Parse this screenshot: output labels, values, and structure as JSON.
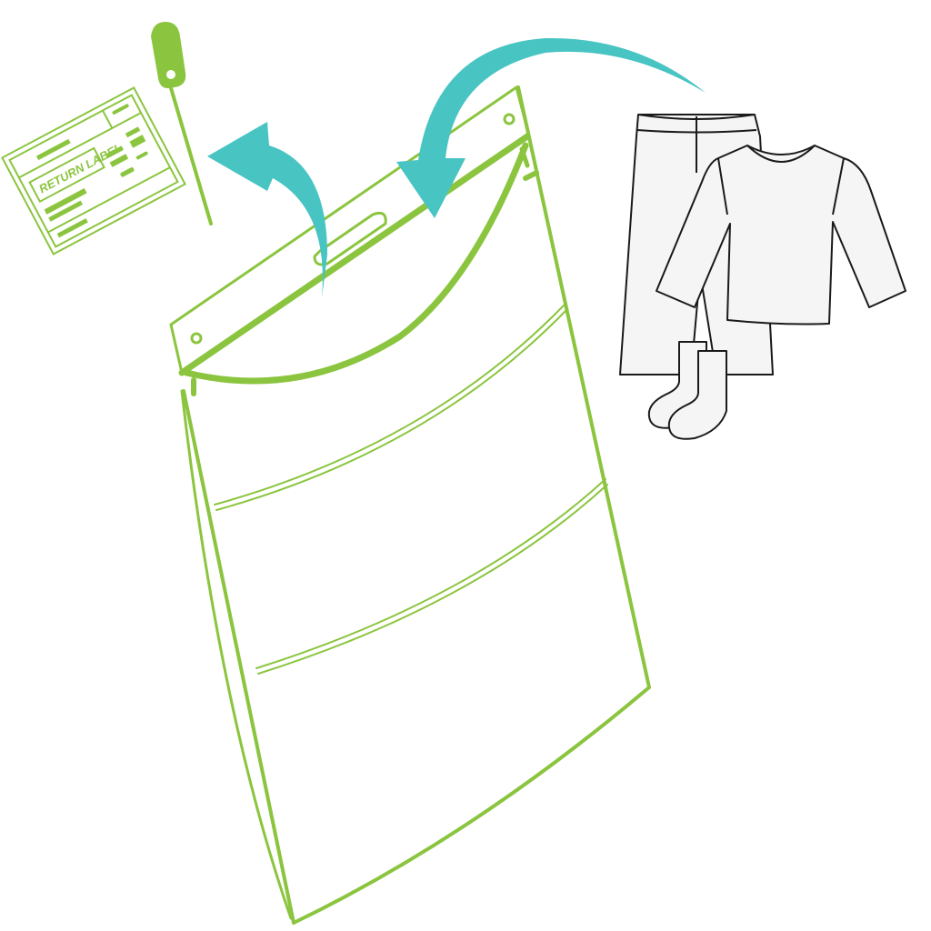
{
  "illustration": {
    "subject": "return-bag-instructions",
    "colors": {
      "green": "#8bc53f",
      "teal": "#48c4c2",
      "garment_fill": "#f5f5f5",
      "garment_stroke": "#1a1a1a",
      "background": "#ffffff"
    },
    "return_label": {
      "text": "RETURN LABEL"
    },
    "arrows": [
      {
        "name": "peel-label-arrow",
        "direction": "up-left"
      },
      {
        "name": "insert-clothes-arrow",
        "direction": "down-left"
      }
    ],
    "items": [
      "pants",
      "long-sleeve-shirt",
      "socks"
    ]
  }
}
